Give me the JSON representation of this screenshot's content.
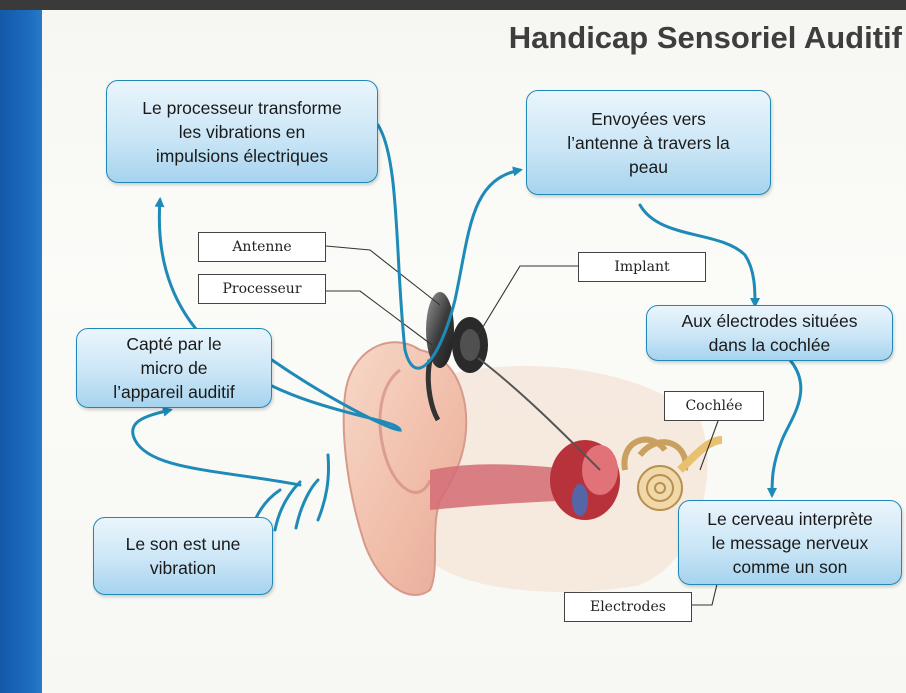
{
  "title": "Handicap Sensoriel Auditif",
  "bubbles": {
    "processor": [
      "Le processeur transforme",
      "les vibrations en",
      "impulsions électriques"
    ],
    "antenna": [
      "Envoyées vers",
      "l’antenne à travers la",
      "peau"
    ],
    "electrodes": [
      "Aux électrodes situées",
      "dans la cochlée"
    ],
    "mic": [
      "Capté par le",
      "micro de",
      "l’appareil auditif"
    ],
    "brain": [
      "Le cerveau interprète",
      "le message nerveux",
      "comme un son"
    ],
    "sound": [
      "Le son est une",
      "vibration"
    ]
  },
  "labels": {
    "antenne": "Antenne",
    "processeur": "Processeur",
    "implant": "Implant",
    "cochlee": "Cochlée",
    "electrodes": "Electrodes"
  },
  "colors": {
    "accent_blue": "#1e8ab8",
    "side_bar": "#1462b4",
    "title": "#3e3e3e",
    "skin": "#f2c6b2",
    "skin_dark": "#c8505a"
  }
}
